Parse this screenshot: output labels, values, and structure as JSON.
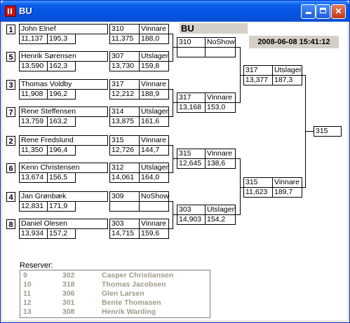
{
  "window": {
    "title": "BU"
  },
  "header": {
    "label": "BU",
    "timestamp": "2008-06-08 15:41:12"
  },
  "round1": [
    {
      "seed": "1",
      "name": "John  Elnef",
      "time": "11,137",
      "speed": "195,3"
    },
    {
      "seed": "5",
      "name": "Henrik Sørensen",
      "time": "13,590",
      "speed": "162,3"
    },
    {
      "seed": "3",
      "name": "Thomas Voldby",
      "time": "11,908",
      "speed": "196,2"
    },
    {
      "seed": "7",
      "name": "Rene Steffensen",
      "time": "13,759",
      "speed": "163,2"
    },
    {
      "seed": "2",
      "name": "Rene Fredslund",
      "time": "11,350",
      "speed": "196,4"
    },
    {
      "seed": "6",
      "name": "Kenn Christensen",
      "time": "13,674",
      "speed": "156,5"
    },
    {
      "seed": "4",
      "name": "Jan Grønbæk",
      "time": "12,831",
      "speed": "171,9"
    },
    {
      "seed": "8",
      "name": "Daniel Olesen",
      "time": "13,934",
      "speed": "157,2"
    }
  ],
  "round1_results": [
    {
      "number": "310",
      "result": "Vinnare",
      "time": "11,375",
      "speed": "188,0"
    },
    {
      "number": "307",
      "result": "Utslagen",
      "time": "13,730",
      "speed": "159,8"
    },
    {
      "number": "317",
      "result": "Vinnare",
      "time": "12,212",
      "speed": "188,9"
    },
    {
      "number": "314",
      "result": "Utslagen",
      "time": "13,875",
      "speed": "161,6"
    },
    {
      "number": "315",
      "result": "Vinnare",
      "time": "12,726",
      "speed": "144,7"
    },
    {
      "number": "312",
      "result": "Utslagen",
      "time": "14,061",
      "speed": "164,0"
    },
    {
      "number": "309",
      "result": "NoShow",
      "time": "",
      "speed": ""
    },
    {
      "number": "303",
      "result": "Vinnare",
      "time": "14,715",
      "speed": "159,6"
    }
  ],
  "round2": [
    {
      "number": "310",
      "result": "NoShow",
      "time": "",
      "speed": ""
    },
    {
      "number": "317",
      "result": "Vinnare",
      "time": "13,168",
      "speed": "153,0"
    },
    {
      "number": "315",
      "result": "Vinnare",
      "time": "12,645",
      "speed": "138,6"
    },
    {
      "number": "303",
      "result": "Utslagen",
      "time": "14,903",
      "speed": "154,2"
    }
  ],
  "round3": [
    {
      "number": "317",
      "result": "Utslagen",
      "time": "13,377",
      "speed": "187,3"
    },
    {
      "number": "315",
      "result": "Vinnare",
      "time": "11,623",
      "speed": "189,7"
    }
  ],
  "final": {
    "number": "315"
  },
  "reserves": {
    "label": "Reserver:",
    "rows": [
      {
        "pos": "9",
        "number": "302",
        "name": "Casper Christiansen"
      },
      {
        "pos": "10",
        "number": "318",
        "name": "Thomas Jacobsen"
      },
      {
        "pos": "11",
        "number": "306",
        "name": "Glen Larsen"
      },
      {
        "pos": "12",
        "number": "301",
        "name": "Bente Thomasen"
      },
      {
        "pos": "13",
        "number": "308",
        "name": "Henrik Warding"
      }
    ]
  }
}
